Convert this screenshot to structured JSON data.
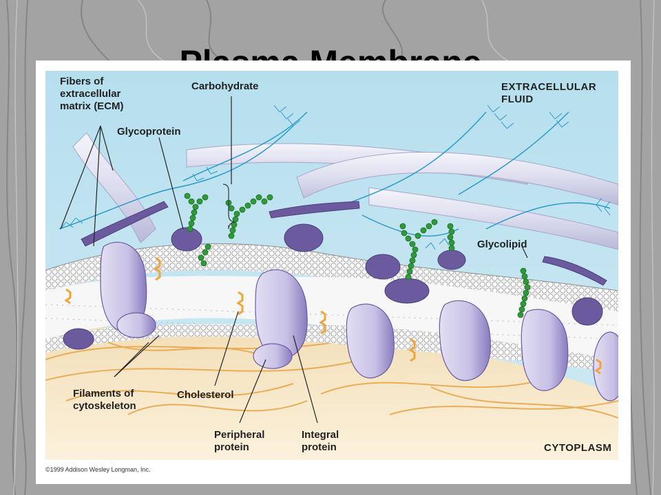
{
  "slide": {
    "title": "Plasma Membrane"
  },
  "diagram": {
    "labels": {
      "ecm_fibers": "Fibers of\nextracellular\nmatrix (ECM)",
      "carbohydrate": "Carbohydrate",
      "extracellular_fluid": "EXTRACELLULAR\nFLUID",
      "glycoprotein": "Glycoprotein",
      "glycolipid": "Glycolipid",
      "cytoskeleton": "Filaments of\ncytoskeleton",
      "cholesterol": "Cholesterol",
      "peripheral_protein": "Peripheral\nprotein",
      "integral_protein": "Integral\nprotein",
      "cytoplasm": "CYTOPLASM"
    },
    "copyright": "©1999 Addison Wesley Longman, Inc.",
    "colors": {
      "fluid": "#bfe3ef",
      "cytoplasm": "#f6e6c4",
      "protein": "#c9c3e6",
      "protein_dark": "#6b5a9e",
      "carbohydrate": "#2f9a3a",
      "cholesterol": "#f0a43a",
      "fiber": "#e7e7f4",
      "filament": "#e9a64a",
      "branch": "#2a9ac8"
    }
  }
}
